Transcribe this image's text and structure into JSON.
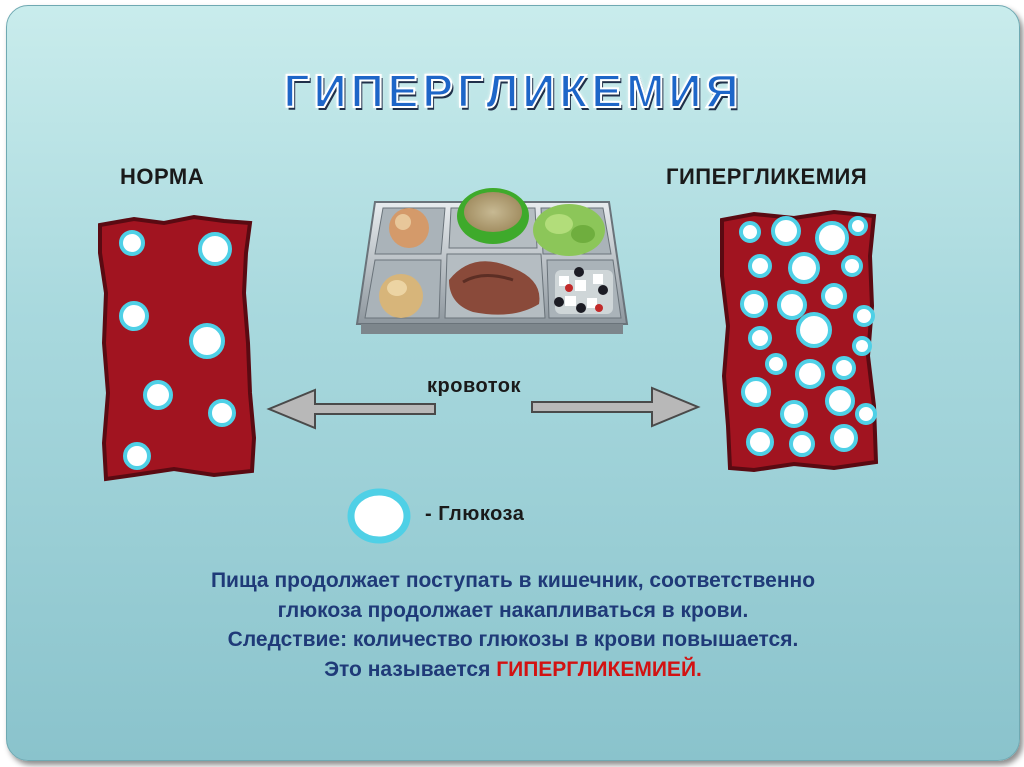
{
  "title": "ГИПЕРГЛИКЕМИЯ",
  "left_label": "НОРМА",
  "right_label": "ГИПЕРГЛИКЕМИЯ",
  "flow_label": "кровоток",
  "legend_label": "- Глюкоза",
  "caption": {
    "line1": "Пища продолжает поступать в кишечник, соответственно",
    "line2": "глюкоза продолжает накапливаться в крови.",
    "line3": "Следствие: количество глюкозы в крови повышается.",
    "line4_prefix": "Это называется ",
    "line4_highlight": "ГИПЕРГЛИКЕМИЕЙ."
  },
  "colors": {
    "blood": "#a11420",
    "blood_edge": "#5a0a12",
    "glucose": "#4fd0e6",
    "highlight": "#d21212",
    "text_blue": "#1f3a78"
  }
}
